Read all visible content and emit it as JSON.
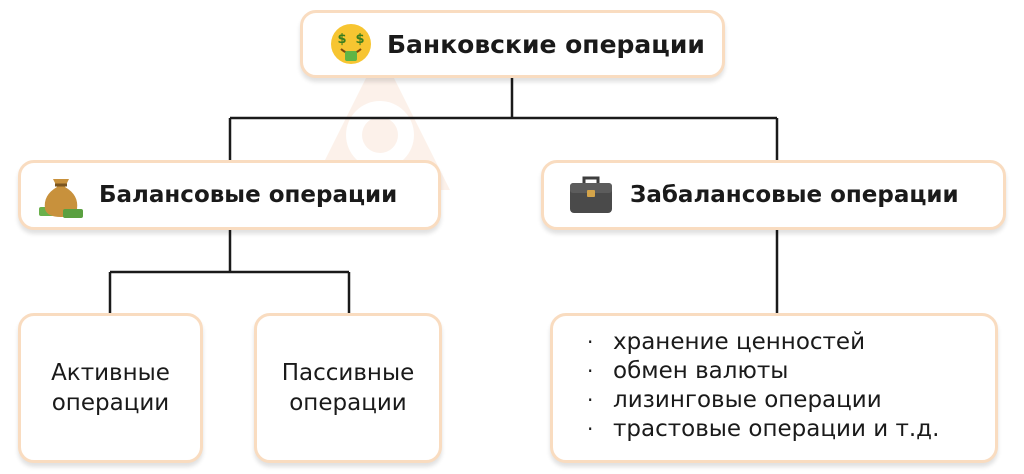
{
  "colors": {
    "box_border": "#f9dcc0",
    "connector": "#1a1a1a",
    "watermark": "#e8833a"
  },
  "root": {
    "label": "Банковские операции",
    "icon": "money-mouth-face-icon"
  },
  "balance": {
    "label": "Балансовые операции",
    "icon": "money-bag-icon"
  },
  "off_balance": {
    "label": "Забалансовые операции",
    "icon": "briefcase-icon"
  },
  "active": {
    "line1": "Активные",
    "line2": "операции"
  },
  "passive": {
    "line1": "Пассивные",
    "line2": "операции"
  },
  "off_balance_items": {
    "bullet": "·",
    "items": [
      "хранение ценностей",
      "обмен валюты",
      "лизинговые операции",
      "трастовые операции и т.д."
    ]
  }
}
